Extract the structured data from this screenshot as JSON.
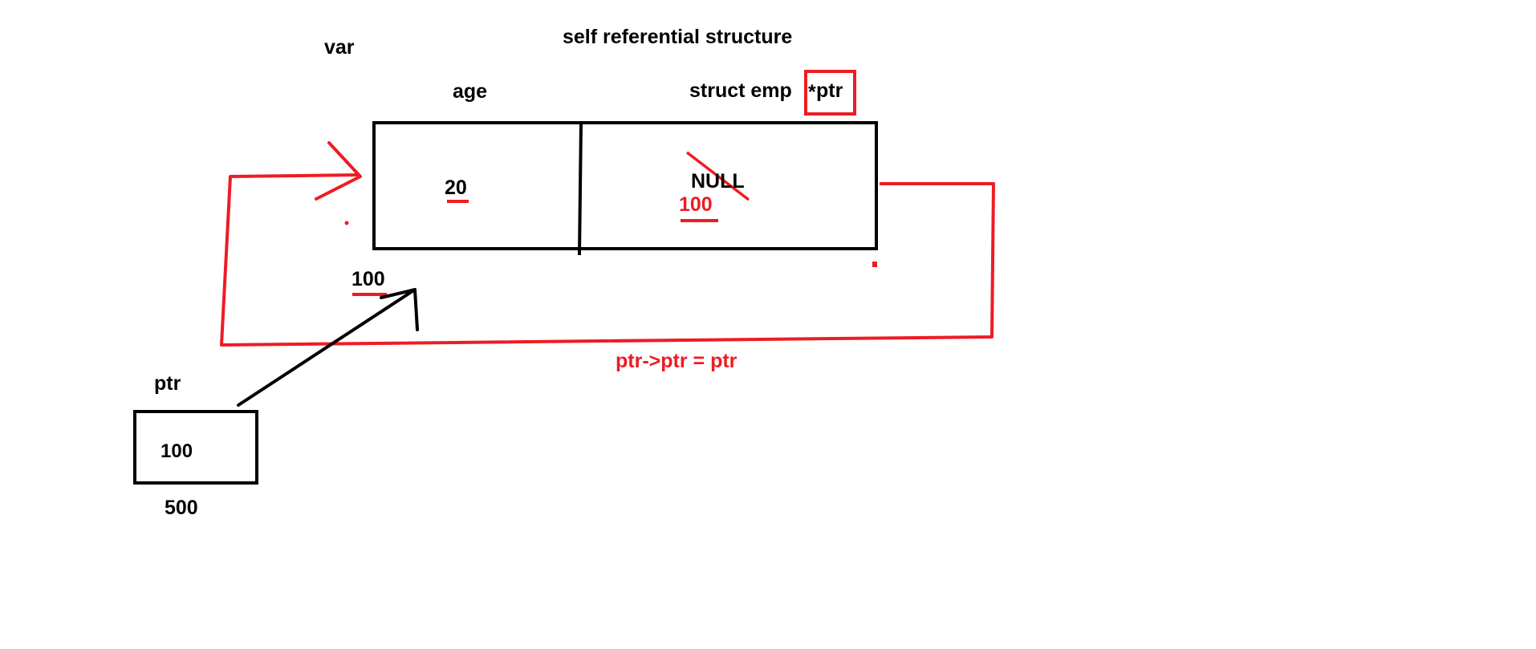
{
  "title": "self referential structure",
  "variable_name": "var",
  "fields": {
    "age": {
      "label": "age",
      "value": "20"
    },
    "pointer": {
      "label_type": "struct emp",
      "label_star": "*",
      "label_name": "ptr",
      "old_value": "NULL",
      "new_value": "100"
    }
  },
  "node_address": "100",
  "pointer_var": {
    "label": "ptr",
    "value": "100",
    "address": "500"
  },
  "assignment": "ptr->ptr = ptr",
  "colors": {
    "ink": "#000000",
    "annotation": "#ed1c24"
  }
}
